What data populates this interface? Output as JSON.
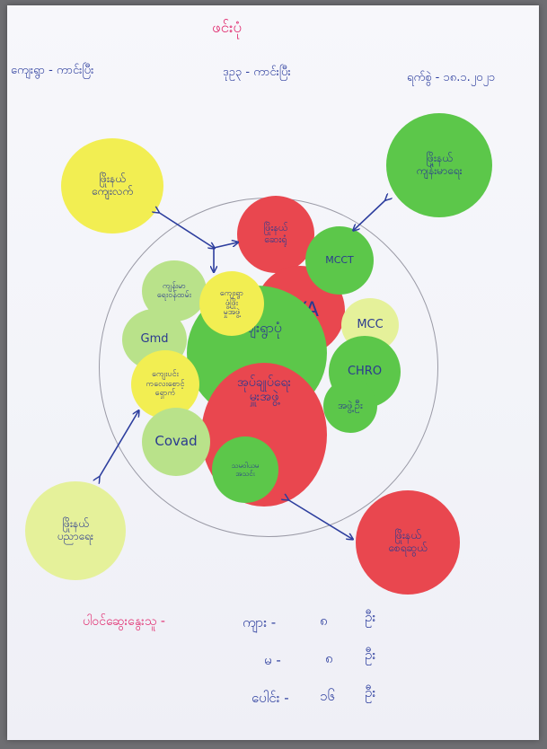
{
  "header": {
    "title": "ဖင်းပုံ",
    "left": "ကျေးရွာ - ကာင်းပြီး",
    "center": "ဒုဥ၃ - ကာင်းပြီး",
    "right": "ရက်စွဲ - ၁၈.၁.၂၀၂၁"
  },
  "outer_circles": {
    "top_left": "ဖြိုးနယ်\nကျေးလက်",
    "top_right": "ဖြိုးနယ်\nကျန်းမာရေး",
    "bottom_left": "ဖြိုးနယ်\nပညာရေး",
    "bottom_right": "ဖြိုးနယ်\nစေရဆွယ်"
  },
  "inner_circles": {
    "red_top": "ဖြိုးနယ်\nဆေးရုံ",
    "mcct": "MCCT",
    "zya": "ZYA",
    "light_green_topleft": "ကျန်းမာ\nရေးဝန်ထမ်း",
    "yellow_inner": "ကျေးရွာ\nဖွံ့ဖြိုး\nမှုအဖွဲ့",
    "gmd": "Gmd",
    "mcc": "MCC",
    "chro": "CHRO",
    "center_green": "ကျေးရွာပုံ",
    "center_red": "အုပ်ချုပ်ရေး\nမှူးအဖွဲ့",
    "small_green_right": "အဖွဲ့ဦး",
    "yellow_left": "ကျေးပင်း\nကလေးစောင့်\nရှောက်",
    "covad": "Covad",
    "bottom_green": "သမဝါယမ\nအသင်း"
  },
  "counts": {
    "label": "ပါဝင်ဆွေးနွေးသူ -",
    "male_label": "ကျား -",
    "male_value": "၈",
    "male_unit": "ဦး",
    "female_label": "မ -",
    "female_value": "၈",
    "female_unit": "ဦး",
    "total_label": "ပေါင်း -",
    "total_value": "၁၆",
    "total_unit": "ဦး"
  },
  "colors": {
    "yellow": "#f2ee52",
    "green": "#5cc74a",
    "red": "#e9474f",
    "ink_blue": "#2d3e9e",
    "ink_pink": "#e02a6e"
  }
}
